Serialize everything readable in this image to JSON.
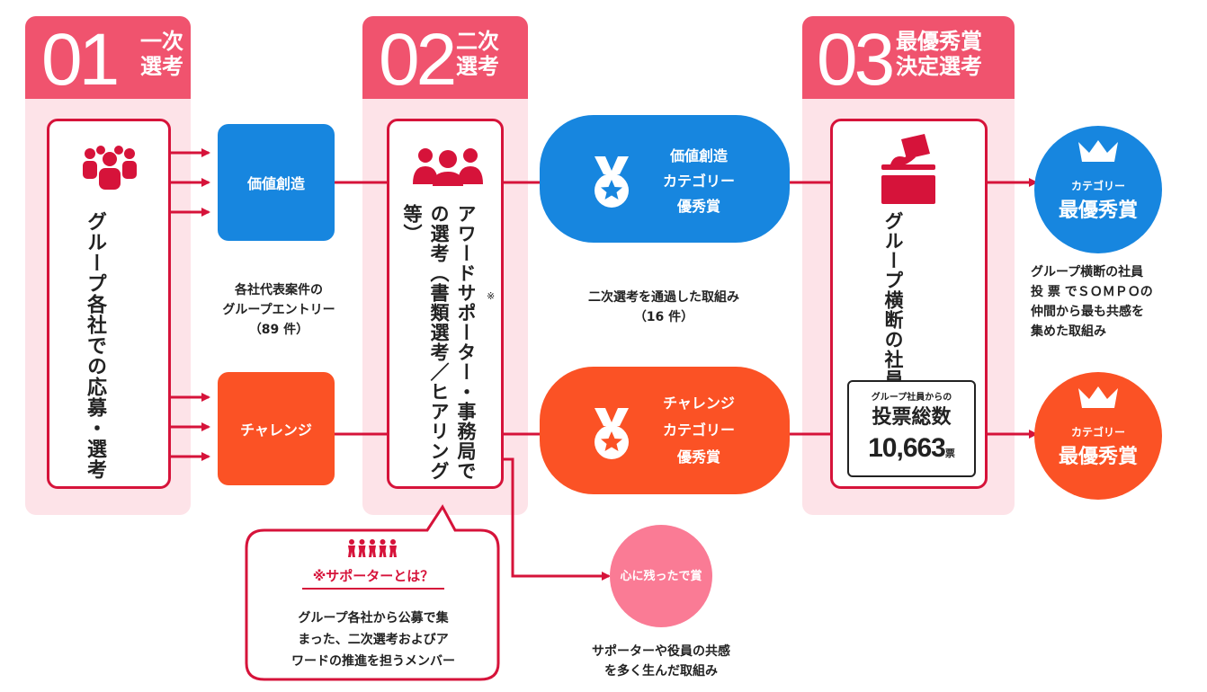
{
  "stages": [
    {
      "num": "01",
      "title1": "一次",
      "title2": "選考"
    },
    {
      "num": "02",
      "title1": "二次",
      "title2": "選考"
    },
    {
      "num": "03",
      "title1": "最優秀賞",
      "title2": "決定選考"
    }
  ],
  "stage1": {
    "text": "グループ各社での応募・選考",
    "icon": "group-people-icon"
  },
  "categories": {
    "value": "価値創造",
    "challenge": "チャレンジ"
  },
  "entry_caption": {
    "line1": "各社代表案件の",
    "line2": "グループエントリー",
    "line3": "（89 件）"
  },
  "stage2": {
    "text": "アワードサポーター・事務局での選考（書類選考／ヒアリング等）",
    "note_mark": "※",
    "icon": "people-trio-icon"
  },
  "excellence": {
    "value": {
      "l1": "価値創造",
      "l2": "カテゴリー",
      "l3": "優秀賞"
    },
    "challenge": {
      "l1": "チャレンジ",
      "l2": "カテゴリー",
      "l3": "優秀賞"
    },
    "icon": "medal-icon"
  },
  "pass_caption": {
    "line1": "二次選考を通過した取組み",
    "line2": "（16 件）"
  },
  "supporter": {
    "title": "※サポーターとは？",
    "desc1": "グループ各社から公募で集",
    "desc2": "まった、二次選考およびア",
    "desc3": "ワードの推進を担うメンバー",
    "icon": "five-people-icon"
  },
  "heart_award": {
    "label": "心に残ったで賞",
    "cap1": "サポーターや役員の共感",
    "cap2": "を多く生んだ取組み"
  },
  "stage3": {
    "text": "グループ横断の社員投票",
    "icon": "ballot-box-icon",
    "votes_label": "グループ社員からの",
    "votes_title": "投票総数",
    "votes_count": "10,663",
    "votes_unit": "票"
  },
  "best": {
    "top": {
      "sub": "カテゴリー",
      "title": "最優秀賞"
    },
    "bottom": {
      "sub": "カテゴリー",
      "title": "最優秀賞"
    },
    "icon": "crown-icon"
  },
  "best_caption": {
    "line1": "グループ横断の社員",
    "line2": "投 票 でＳＯＭＰＯの",
    "line3": "仲間から最も共感を",
    "line4": "集めた取組み"
  },
  "colors": {
    "red": "#d6133a",
    "pink": "#f0536e",
    "light_pink": "#fde3e8",
    "blue": "#1786df",
    "orange": "#fb5225",
    "heart_pink": "#fa7b95"
  }
}
